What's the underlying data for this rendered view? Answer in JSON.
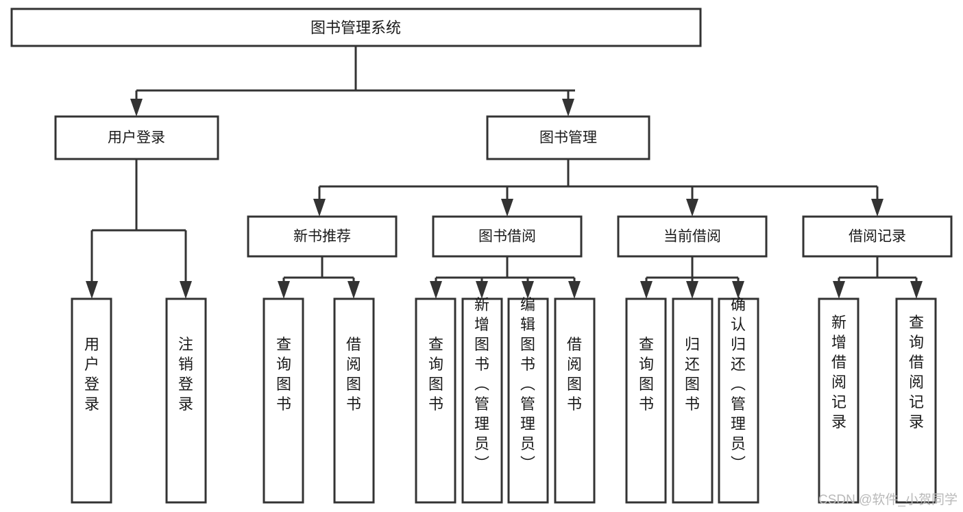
{
  "diagram": {
    "type": "tree-hierarchy",
    "root": {
      "id": "root",
      "label": "图书管理系统"
    },
    "level2": [
      {
        "id": "user-login",
        "label": "用户登录"
      },
      {
        "id": "book-management",
        "label": "图书管理"
      }
    ],
    "level3": [
      {
        "id": "new-book-recommend",
        "label": "新书推荐",
        "parent": "book-management"
      },
      {
        "id": "book-borrow",
        "label": "图书借阅",
        "parent": "book-management"
      },
      {
        "id": "current-borrow",
        "label": "当前借阅",
        "parent": "book-management"
      },
      {
        "id": "borrow-record",
        "label": "借阅记录",
        "parent": "book-management"
      }
    ],
    "leaves": {
      "user-login": [
        {
          "id": "leaf-user-login",
          "label": "用户登录"
        },
        {
          "id": "leaf-user-logout",
          "label": "注销登录"
        }
      ],
      "new-book-recommend": [
        {
          "id": "leaf-query-book-1",
          "label": "查询图书"
        },
        {
          "id": "leaf-borrow-book-1",
          "label": "借阅图书"
        }
      ],
      "book-borrow": [
        {
          "id": "leaf-query-book-2",
          "label": "查询图书"
        },
        {
          "id": "leaf-add-book",
          "label": "新增图书（管理员）"
        },
        {
          "id": "leaf-edit-book",
          "label": "编辑图书（管理员）"
        },
        {
          "id": "leaf-borrow-book-2",
          "label": "借阅图书"
        }
      ],
      "current-borrow": [
        {
          "id": "leaf-query-book-3",
          "label": "查询图书"
        },
        {
          "id": "leaf-return-book",
          "label": "归还图书"
        },
        {
          "id": "leaf-confirm-return",
          "label": "确认归还（管理员）"
        }
      ],
      "borrow-record": [
        {
          "id": "leaf-add-record",
          "label": "新增借阅记录"
        },
        {
          "id": "leaf-query-record",
          "label": "查询借阅记录"
        }
      ]
    },
    "colors": {
      "stroke": "#333333",
      "fill": "#ffffff",
      "text": "#1a1a1a",
      "watermark": "#b9b9b9"
    }
  },
  "watermark": {
    "text": "CSDN @软件_小贺同学"
  }
}
